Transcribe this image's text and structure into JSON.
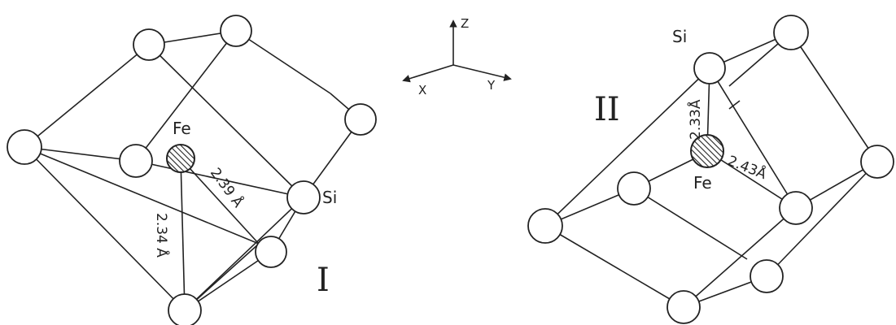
{
  "axes": {
    "z": "Z",
    "x": "X",
    "y": "Y"
  },
  "structure_1": {
    "roman": "I",
    "fe_label": "Fe",
    "si_label": "Si",
    "bond_a": "2.39 Å",
    "bond_b": "2.34 Å"
  },
  "structure_2": {
    "roman": "II",
    "fe_label": "Fe",
    "si_label": "Si",
    "bond_a": "2.33Å",
    "bond_b": "2.43Å"
  },
  "colors": {
    "ink": "#222222",
    "background": "#ffffff"
  }
}
